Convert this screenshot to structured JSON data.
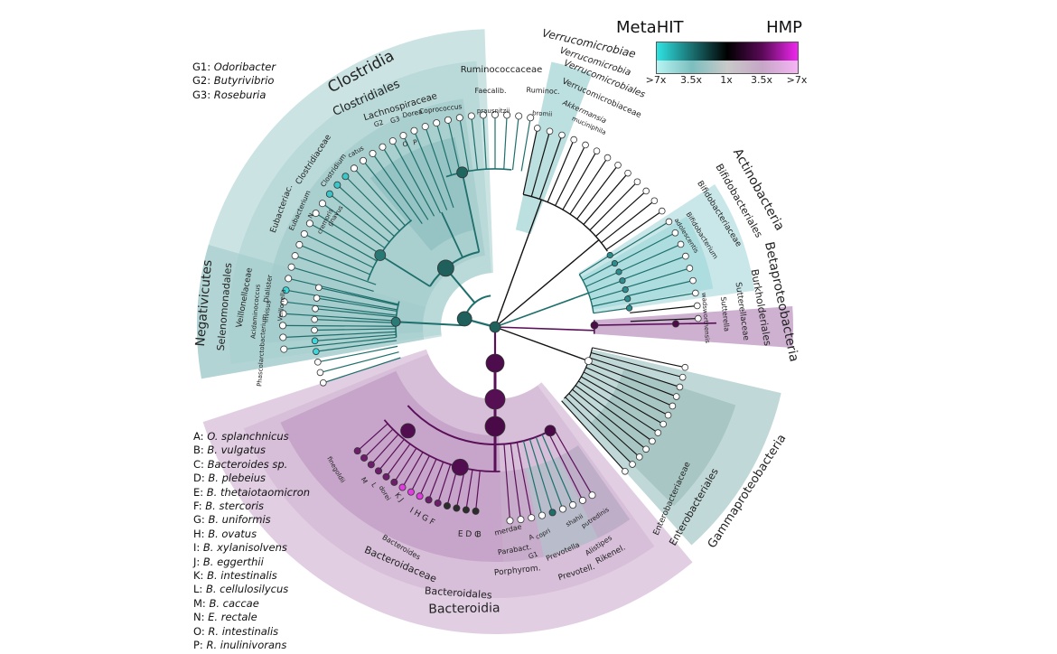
{
  "colorbar": {
    "left_label": "MetaHIT",
    "right_label": "HMP",
    "ticks": [
      ">7x",
      "3.5x",
      "1x",
      "3.5x",
      ">7x"
    ],
    "colors": [
      "#2fe3e3",
      "#1a6f70",
      "#000000",
      "#5a0a57",
      "#f027f0"
    ]
  },
  "genus_legend": [
    {
      "key": "G1:",
      "name": "Odoribacter"
    },
    {
      "key": "G2:",
      "name": "Butyrivibrio"
    },
    {
      "key": "G3:",
      "name": "Roseburia"
    }
  ],
  "species_legend": [
    {
      "key": "A:",
      "name": "O. splanchnicus"
    },
    {
      "key": "B:",
      "name": "B. vulgatus"
    },
    {
      "key": "C:",
      "name": "Bacteroides sp."
    },
    {
      "key": "D:",
      "name": "B. plebeius"
    },
    {
      "key": "E:",
      "name": "B. thetaiotaomicron"
    },
    {
      "key": "F:",
      "name": "B. stercoris"
    },
    {
      "key": "G:",
      "name": "B. uniformis"
    },
    {
      "key": "H:",
      "name": "B. ovatus"
    },
    {
      "key": "I:",
      "name": "B. xylanisolvens"
    },
    {
      "key": "J:",
      "name": "B. eggerthii"
    },
    {
      "key": "K:",
      "name": "B. intestinalis"
    },
    {
      "key": "L:",
      "name": "B. cellulosilycus"
    },
    {
      "key": "M:",
      "name": "B. caccae"
    },
    {
      "key": "N:",
      "name": "E. rectale"
    },
    {
      "key": "O:",
      "name": "R. intestinalis"
    },
    {
      "key": "P:",
      "name": "R. inulinivorans"
    }
  ],
  "clade_colors": {
    "firmicutes": "#b9d9d9",
    "bacteroidetes": "#dcc6dd",
    "actino": "#bfe3e5",
    "beta": "#c9a7cc",
    "gamma": "#b9d4d3"
  },
  "labels": {
    "clostridia": "Clostridia",
    "clostridiales": "Clostridiales",
    "lachnospiraceae": "Lachnospiraceae",
    "ruminococcaceae": "Ruminococcaceae",
    "eubacteriaceae": "Eubacteriac.",
    "clostridiaceae": "Clostridiaceae",
    "clostridium": "Clostridium",
    "eubacterium": "Eubacterium",
    "g2": "G2",
    "g3": "G3",
    "dorea": "Dorea",
    "coprococcus": "Coprococcus",
    "faecalib": "Faecalib.",
    "ruminoc": "Ruminoc.",
    "prausnitzii": "prausnitzii",
    "bromii": "bromii",
    "catus": "catus",
    "gnavus": "gnavus",
    "leptum": "leptum",
    "o": "O",
    "p": "P",
    "n": "N",
    "cremoris": "cremoris",
    "verrucomicrobiae": "Verrucomicrobiae",
    "verrucomicrobia": "Verrucomicrobia",
    "verrucomicrobiales": "Verrucomicrobiales",
    "verrucomicrobiaceae": "Verrucomicrobiaceae",
    "akkermansia": "Akkermansia",
    "muciniphila": "muciniphila",
    "actinobacteria": "Actinobacteria",
    "bifidobacteriales": "Bifidobacteriales",
    "bifidobacteriaceae": "Bifidobacteriaceae",
    "bifidobacterium": "Bifidobacterium",
    "adolescentis": "adolescentis",
    "betaproteobacteria": "Betaproteobacteria",
    "burkholderiales": "Burkholderiales",
    "sutterellaceae": "Sutterellaceae",
    "sutterella": "Sutterella",
    "wadsworthensis": "wadsworthensis",
    "negativicutes": "Negativicutes",
    "selenomonadales": "Selenomonadales",
    "veillonellaceae": "Veillonellaceae",
    "dialister": "Dialister",
    "veillonella": "Veillonella",
    "invisus": "invisus",
    "phascolarctobacterium": "Phascolarctobacterium",
    "acidaminococcus": "Acidaminococcus",
    "bacteroidia": "Bacteroidia",
    "bacteroidales": "Bacteroidales",
    "bacteroidaceae": "Bacteroidaceae",
    "bacteroides": "Bacteroides",
    "porphyrom": "Porphyrom.",
    "parabact": "Parabact.",
    "merdae": "merdae",
    "prevotell": "Prevotell.",
    "prevotella": "Prevotella",
    "copri": "copri",
    "g1": "G1",
    "a": "A",
    "rikenel": "Rikenel.",
    "alistipes": "Alistipes",
    "putredinis": "putredinis",
    "shahii": "shahii",
    "finegoldii": "finegoldii",
    "m": "M",
    "l": "L",
    "dorei": "dorei",
    "kj": "K J",
    "ihgf": "I H G F",
    "edc": "E D C",
    "b": "B",
    "gammaproteobacteria": "Gammaproteobacteria",
    "enterobacteriales": "Enterobacteriales",
    "enterobacteriaceae": "Enterobacteriaceae"
  }
}
